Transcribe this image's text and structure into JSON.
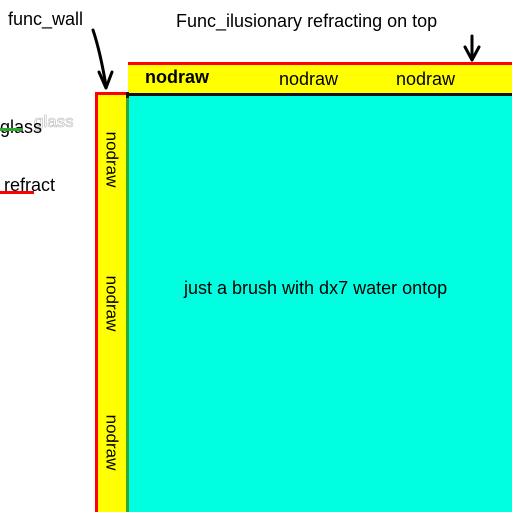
{
  "labels": {
    "func_wall": "func_wall",
    "func_illusionary": "Func_ilusionary refracting on top",
    "water": "just a brush with dx7 water ontop"
  },
  "top_bar": {
    "labels": [
      "nodraw",
      "nodraw",
      "nodraw"
    ]
  },
  "left_bar": {
    "labels": [
      "nodraw",
      "nodraw",
      "nodraw"
    ]
  },
  "legend": {
    "glass": "glass",
    "glass_ghost": "glass",
    "refract": "refract"
  },
  "colors": {
    "water": "#00ffe1",
    "nodraw": "#ffff00",
    "refract_edge": "#ff0000",
    "glass_edge": "#2ea82e",
    "outline": "#111111"
  }
}
